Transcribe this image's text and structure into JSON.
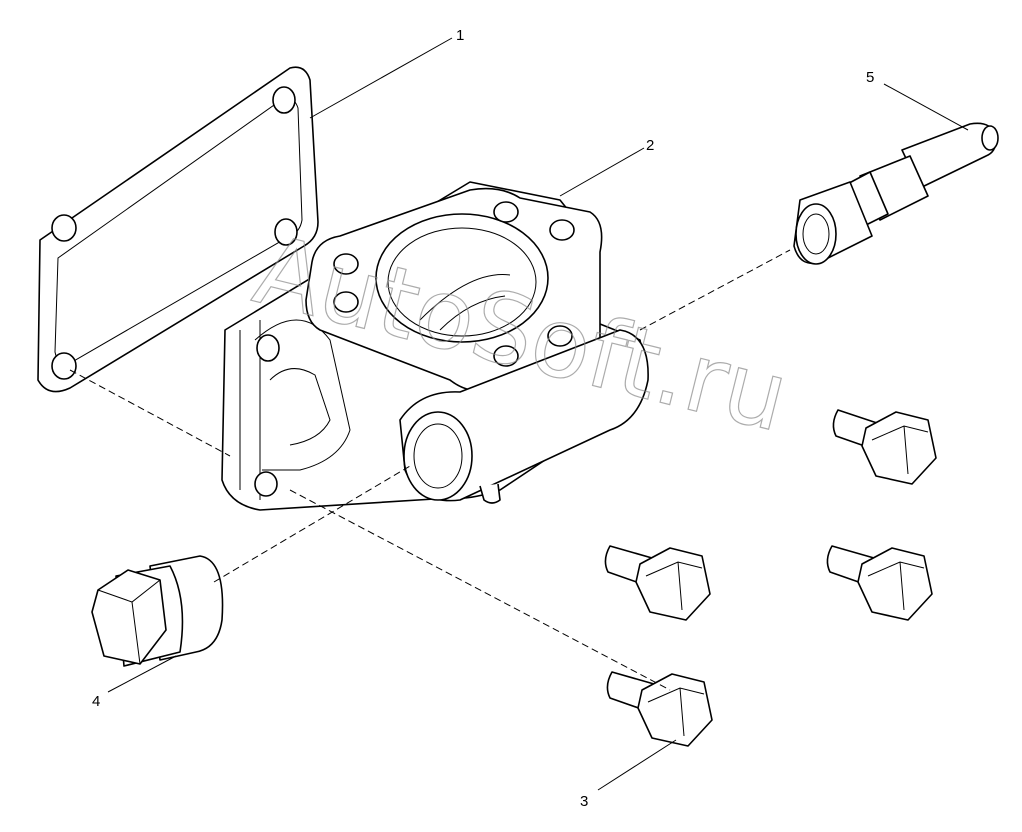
{
  "callouts": {
    "c1": "1",
    "c2": "2",
    "c3": "3",
    "c4": "4",
    "c5": "5"
  },
  "watermark": "AutoSoft.ru",
  "colors": {
    "line": "#000000",
    "watermark": "#8a8a8a",
    "background": "#ffffff"
  }
}
